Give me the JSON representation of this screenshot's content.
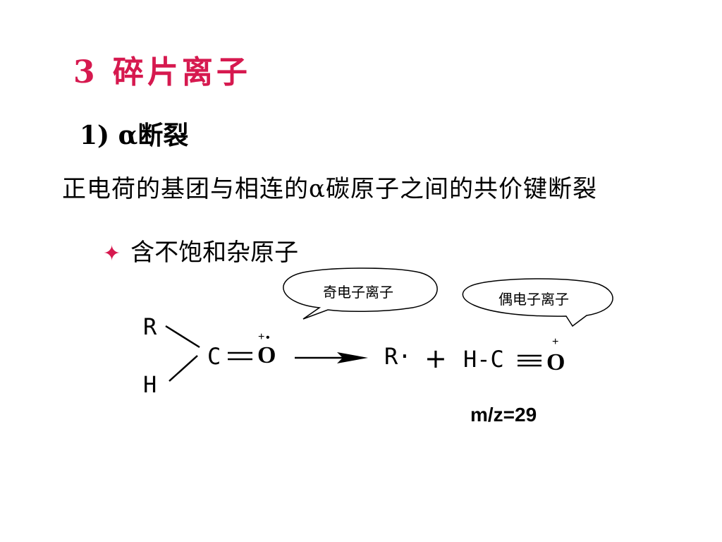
{
  "colors": {
    "accent": "#d6194f",
    "text": "#000000"
  },
  "slide": {
    "title": "3 碎片离子",
    "subtitle": "1) α断裂",
    "definition": "正电荷的基团与相连的α碳原子之间的共价键断裂",
    "bullet_icon": "four-point-star-icon",
    "bullet_text": "含不饱和杂原子"
  },
  "scheme": {
    "left_bubble": "奇电子离子",
    "right_bubble": "偶电子离子",
    "reactant": {
      "r": "R",
      "h": "H",
      "c": "C",
      "o": "O",
      "charge": "+",
      "radical": "•"
    },
    "products": {
      "radical": "R·",
      "plus": "+",
      "acylium_hc": "H-C",
      "o": "O",
      "charge": "+"
    },
    "mz_label": "m/z=29"
  }
}
